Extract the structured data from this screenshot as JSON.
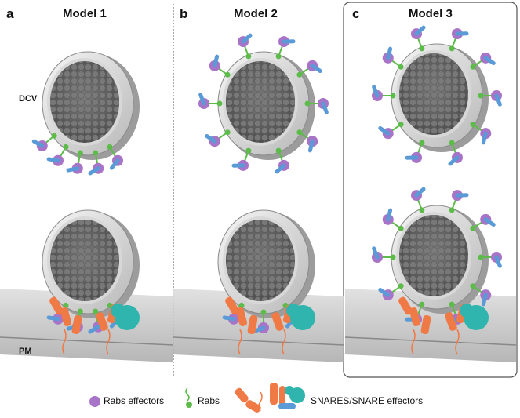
{
  "panels": [
    {
      "letter": "a",
      "title": "Model 1"
    },
    {
      "letter": "b",
      "title": "Model 2"
    },
    {
      "letter": "c",
      "title": "Model 3"
    }
  ],
  "labels": {
    "top_row": "DCV",
    "bottom_row": "PM"
  },
  "legend": {
    "rabs_effectors": "Rabs effectors",
    "rabs": "Rabs",
    "snares": "SNARES/SNARE effectors"
  },
  "colors": {
    "vesicle_core": "#6e6e6e",
    "vesicle_shell": "#e4e4e4",
    "rab_effector": "#a874c8",
    "rab": "#5dbb4a",
    "snare": "#f07a45",
    "snare_effector": "#2fb5ad",
    "effector_link": "#5a9ad6"
  }
}
